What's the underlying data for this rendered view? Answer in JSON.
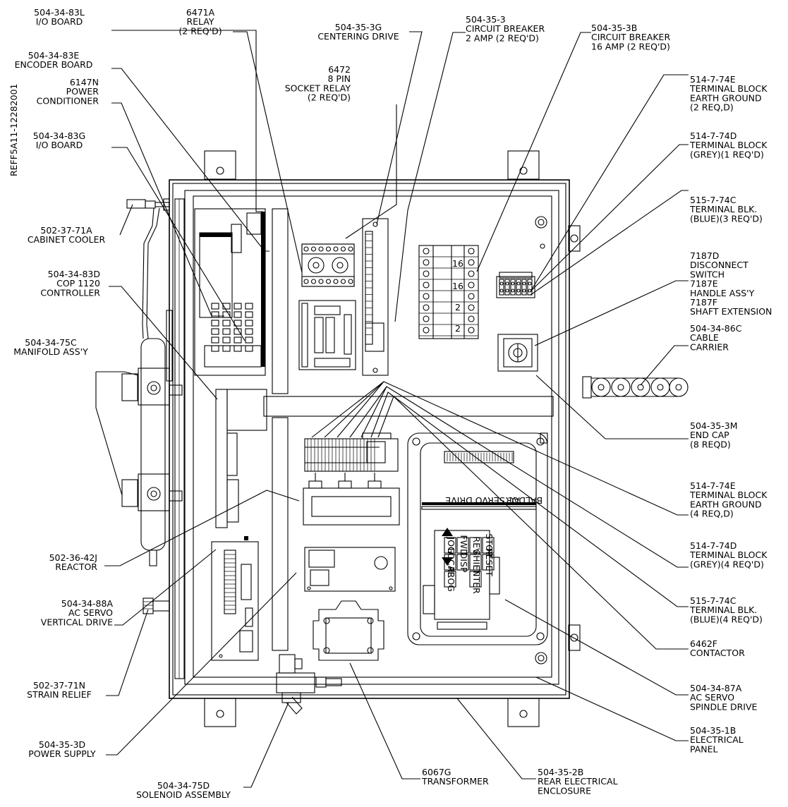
{
  "drawing_id": "REFF5A11-12282001",
  "callouts": [
    {
      "id": "i-o-board-83l",
      "lines": [
        "504-34-83L",
        "I/O BOARD"
      ]
    },
    {
      "id": "relay-6471a",
      "lines": [
        "6471A",
        "RELAY",
        "(2 REQ'D)"
      ]
    },
    {
      "id": "centering-drive",
      "lines": [
        "504-35-3G",
        "CENTERING DRIVE"
      ]
    },
    {
      "id": "circuit-breaker-2amp",
      "lines": [
        "504-35-3",
        "CIRCUIT BREAKER",
        "2 AMP (2 REQ'D)"
      ]
    },
    {
      "id": "circuit-breaker-16amp",
      "lines": [
        "504-35-3B",
        "CIRCUIT BREAKER",
        "16 AMP (2 REQ'D)"
      ]
    },
    {
      "id": "encoder-board",
      "lines": [
        "504-34-83E",
        "ENCODER BOARD"
      ]
    },
    {
      "id": "socket-relay",
      "lines": [
        "6472",
        "8 PIN",
        "SOCKET RELAY",
        "(2 REQ'D)"
      ]
    },
    {
      "id": "power-conditioner",
      "lines": [
        "6147N",
        "POWER",
        "CONDITIONER"
      ]
    },
    {
      "id": "terminal-block-earth-2",
      "lines": [
        "514-7-74E",
        "TERMINAL BLOCK",
        "EARTH GROUND",
        "(2 REQ,D)"
      ]
    },
    {
      "id": "i-o-board-83g",
      "lines": [
        "504-34-83G",
        "I/O BOARD"
      ]
    },
    {
      "id": "terminal-block-grey-1",
      "lines": [
        "514-7-74D",
        "TERMINAL BLOCK",
        "(GREY)(1 REQ'D)"
      ]
    },
    {
      "id": "terminal-blk-blue-3",
      "lines": [
        "515-7-74C",
        "TERMINAL BLK.",
        "(BLUE)(3 REQ'D)"
      ]
    },
    {
      "id": "cabinet-cooler",
      "lines": [
        "502-37-71A",
        "CABINET COOLER"
      ]
    },
    {
      "id": "disconnect-switch",
      "lines": [
        "7187D",
        "DISCONNECT",
        "SWITCH",
        "7187E",
        "HANDLE ASS'Y",
        "7187F",
        "SHAFT EXTENSION"
      ]
    },
    {
      "id": "controller",
      "lines": [
        "504-34-83D",
        "COP 1120",
        "CONTROLLER"
      ]
    },
    {
      "id": "manifold",
      "lines": [
        "504-34-75C",
        "MANIFOLD ASS'Y"
      ]
    },
    {
      "id": "cable-carrier",
      "lines": [
        "504-34-86C",
        "CABLE",
        "CARRIER"
      ]
    },
    {
      "id": "end-cap",
      "lines": [
        "504-35-3M",
        "END CAP",
        "(8 REQD)"
      ]
    },
    {
      "id": "terminal-block-earth-4",
      "lines": [
        "514-7-74E",
        "TERMINAL BLOCK",
        "EARTH GROUND",
        "(4 REQ,D)"
      ]
    },
    {
      "id": "terminal-block-grey-4",
      "lines": [
        "514-7-74D",
        "TERMINAL BLOCK",
        "(GREY)(4 REQ'D)"
      ]
    },
    {
      "id": "reactor",
      "lines": [
        "502-36-42J",
        "REACTOR"
      ]
    },
    {
      "id": "terminal-blk-blue-4",
      "lines": [
        "515-7-74C",
        "TERMINAL BLK.",
        "(BLUE)(4 REQ'D)"
      ]
    },
    {
      "id": "vertical-drive",
      "lines": [
        "504-34-88A",
        "AC SERVO",
        "VERTICAL DRIVE"
      ]
    },
    {
      "id": "contactor",
      "lines": [
        "6462F",
        "CONTACTOR"
      ]
    },
    {
      "id": "strain-relief",
      "lines": [
        "502-37-71N",
        "STRAIN RELIEF"
      ]
    },
    {
      "id": "spindle-drive",
      "lines": [
        "504-34-87A",
        "AC SERVO",
        "SPINDLE DRIVE"
      ]
    },
    {
      "id": "electrical-panel",
      "lines": [
        "504-35-1B",
        "ELECTRICAL",
        "PANEL"
      ]
    },
    {
      "id": "power-supply",
      "lines": [
        "504-35-3D",
        "POWER SUPPLY"
      ]
    },
    {
      "id": "rear-enclosure",
      "lines": [
        "504-35-2B",
        "REAR ELECTRICAL",
        "ENCLOSURE"
      ]
    },
    {
      "id": "transformer",
      "lines": [
        "6067G",
        "TRANSFORMER"
      ]
    },
    {
      "id": "solenoid-assembly",
      "lines": [
        "504-34-75D",
        "SOLENOID ASSEMBLY"
      ]
    }
  ],
  "breaker_ratings": [
    "16",
    "16",
    "2",
    "2"
  ],
  "spindle_drive_brand": "BALDOR",
  "spindle_drive_title": "AC SERVO DRIVE",
  "keypad_keys": [
    "STOP",
    "RESET",
    "REV",
    "SHIFT",
    "ENTER",
    "FWD",
    "DISP",
    "JOG",
    "LOCAL",
    "PROG"
  ]
}
